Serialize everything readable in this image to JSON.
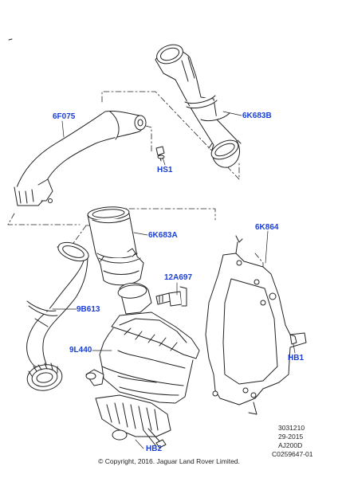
{
  "labels": {
    "p6F075": "6F075",
    "p6K683B": "6K683B",
    "pHS1": "HS1",
    "p6K683A": "6K683A",
    "p6K864": "6K864",
    "p12A697": "12A697",
    "p9B613": "9B613",
    "p9L440": "9L440",
    "pHB1": "HB1",
    "pHB2": "HB2"
  },
  "reference": {
    "line1": "3031210",
    "line2": "29-2015",
    "line3": "AJ200D",
    "line4": "C0259647-01"
  },
  "copyright": "© Copyright, 2016. Jaguar Land Rover Limited.",
  "colors": {
    "label": "#1a3fd6",
    "line": "#222222"
  }
}
